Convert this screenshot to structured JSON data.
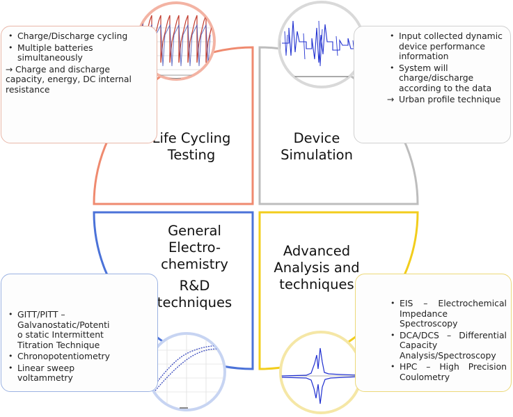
{
  "quadrants": {
    "life_cycling": {
      "title_lines": [
        "Life Cycling",
        "Testing"
      ],
      "color": "#ef8a6f",
      "bullets": [
        "Charge/Discharge cycling",
        "Multiple batteries simultaneously"
      ],
      "result": "Charge and discharge capacity, energy, DC internal resistance"
    },
    "device_simulation": {
      "title_lines": [
        "Device",
        "Simulation"
      ],
      "color": "#bdbdbd",
      "bullets": [
        "Input collected dynamic device performance information",
        "System will charge/discharge according to the data"
      ],
      "result": "Urban profile technique"
    },
    "general_electrochemistry": {
      "title_lines": [
        "General",
        "Electro-",
        "chemistry"
      ],
      "subtitle_lines": [
        "R&D",
        "techniques"
      ],
      "color": "#4b72d8",
      "bullets": [
        "GITT/PITT – Galvanostatic/Potentio static Intermittent Titration Technique",
        "Chronopotentiometry",
        "Linear sweep voltammetry"
      ]
    },
    "advanced_analysis": {
      "title_lines": [
        "Advanced",
        "Analysis and",
        "techniques"
      ],
      "color": "#f2cd1c",
      "bullets": [
        "EIS – Electrochemical Impedance Spectroscopy",
        "DCA/DCS – Differential Capacity Analysis/Spectroscopy",
        "HPC – High Precision Coulometry"
      ]
    }
  },
  "arrow_glyph": "→"
}
